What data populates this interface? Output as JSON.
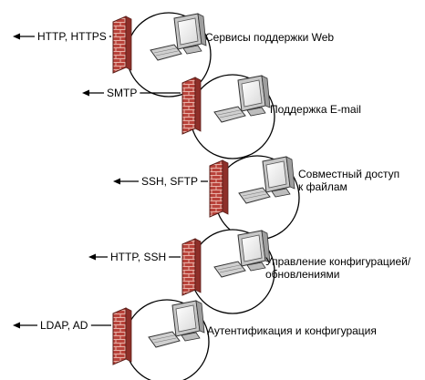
{
  "services": [
    {
      "protocol": "HTTP, HTTPS",
      "caption_lines": [
        "Сервисы поддержки Web"
      ]
    },
    {
      "protocol": "SMTP",
      "caption_lines": [
        "Поддержка E-mail"
      ]
    },
    {
      "protocol": "SSH, SFTP",
      "caption_lines": [
        "Совместный доступ",
        "к файлам"
      ]
    },
    {
      "protocol": "HTTP, SSH",
      "caption_lines": [
        "Управление конфигурацией/",
        "обновлениями"
      ]
    },
    {
      "protocol": "LDAP, AD",
      "caption_lines": [
        "Аутентификация и конфигурация"
      ]
    }
  ],
  "colors": {
    "firewall_brick": "#b8423a",
    "firewall_mortar": "#e8b2a8",
    "monitor_gray": "#c7c7c7",
    "line": "#000000"
  },
  "icons": {
    "firewall": "firewall-icon",
    "server": "server-computer-icon",
    "arrow": "arrow-left-icon"
  }
}
